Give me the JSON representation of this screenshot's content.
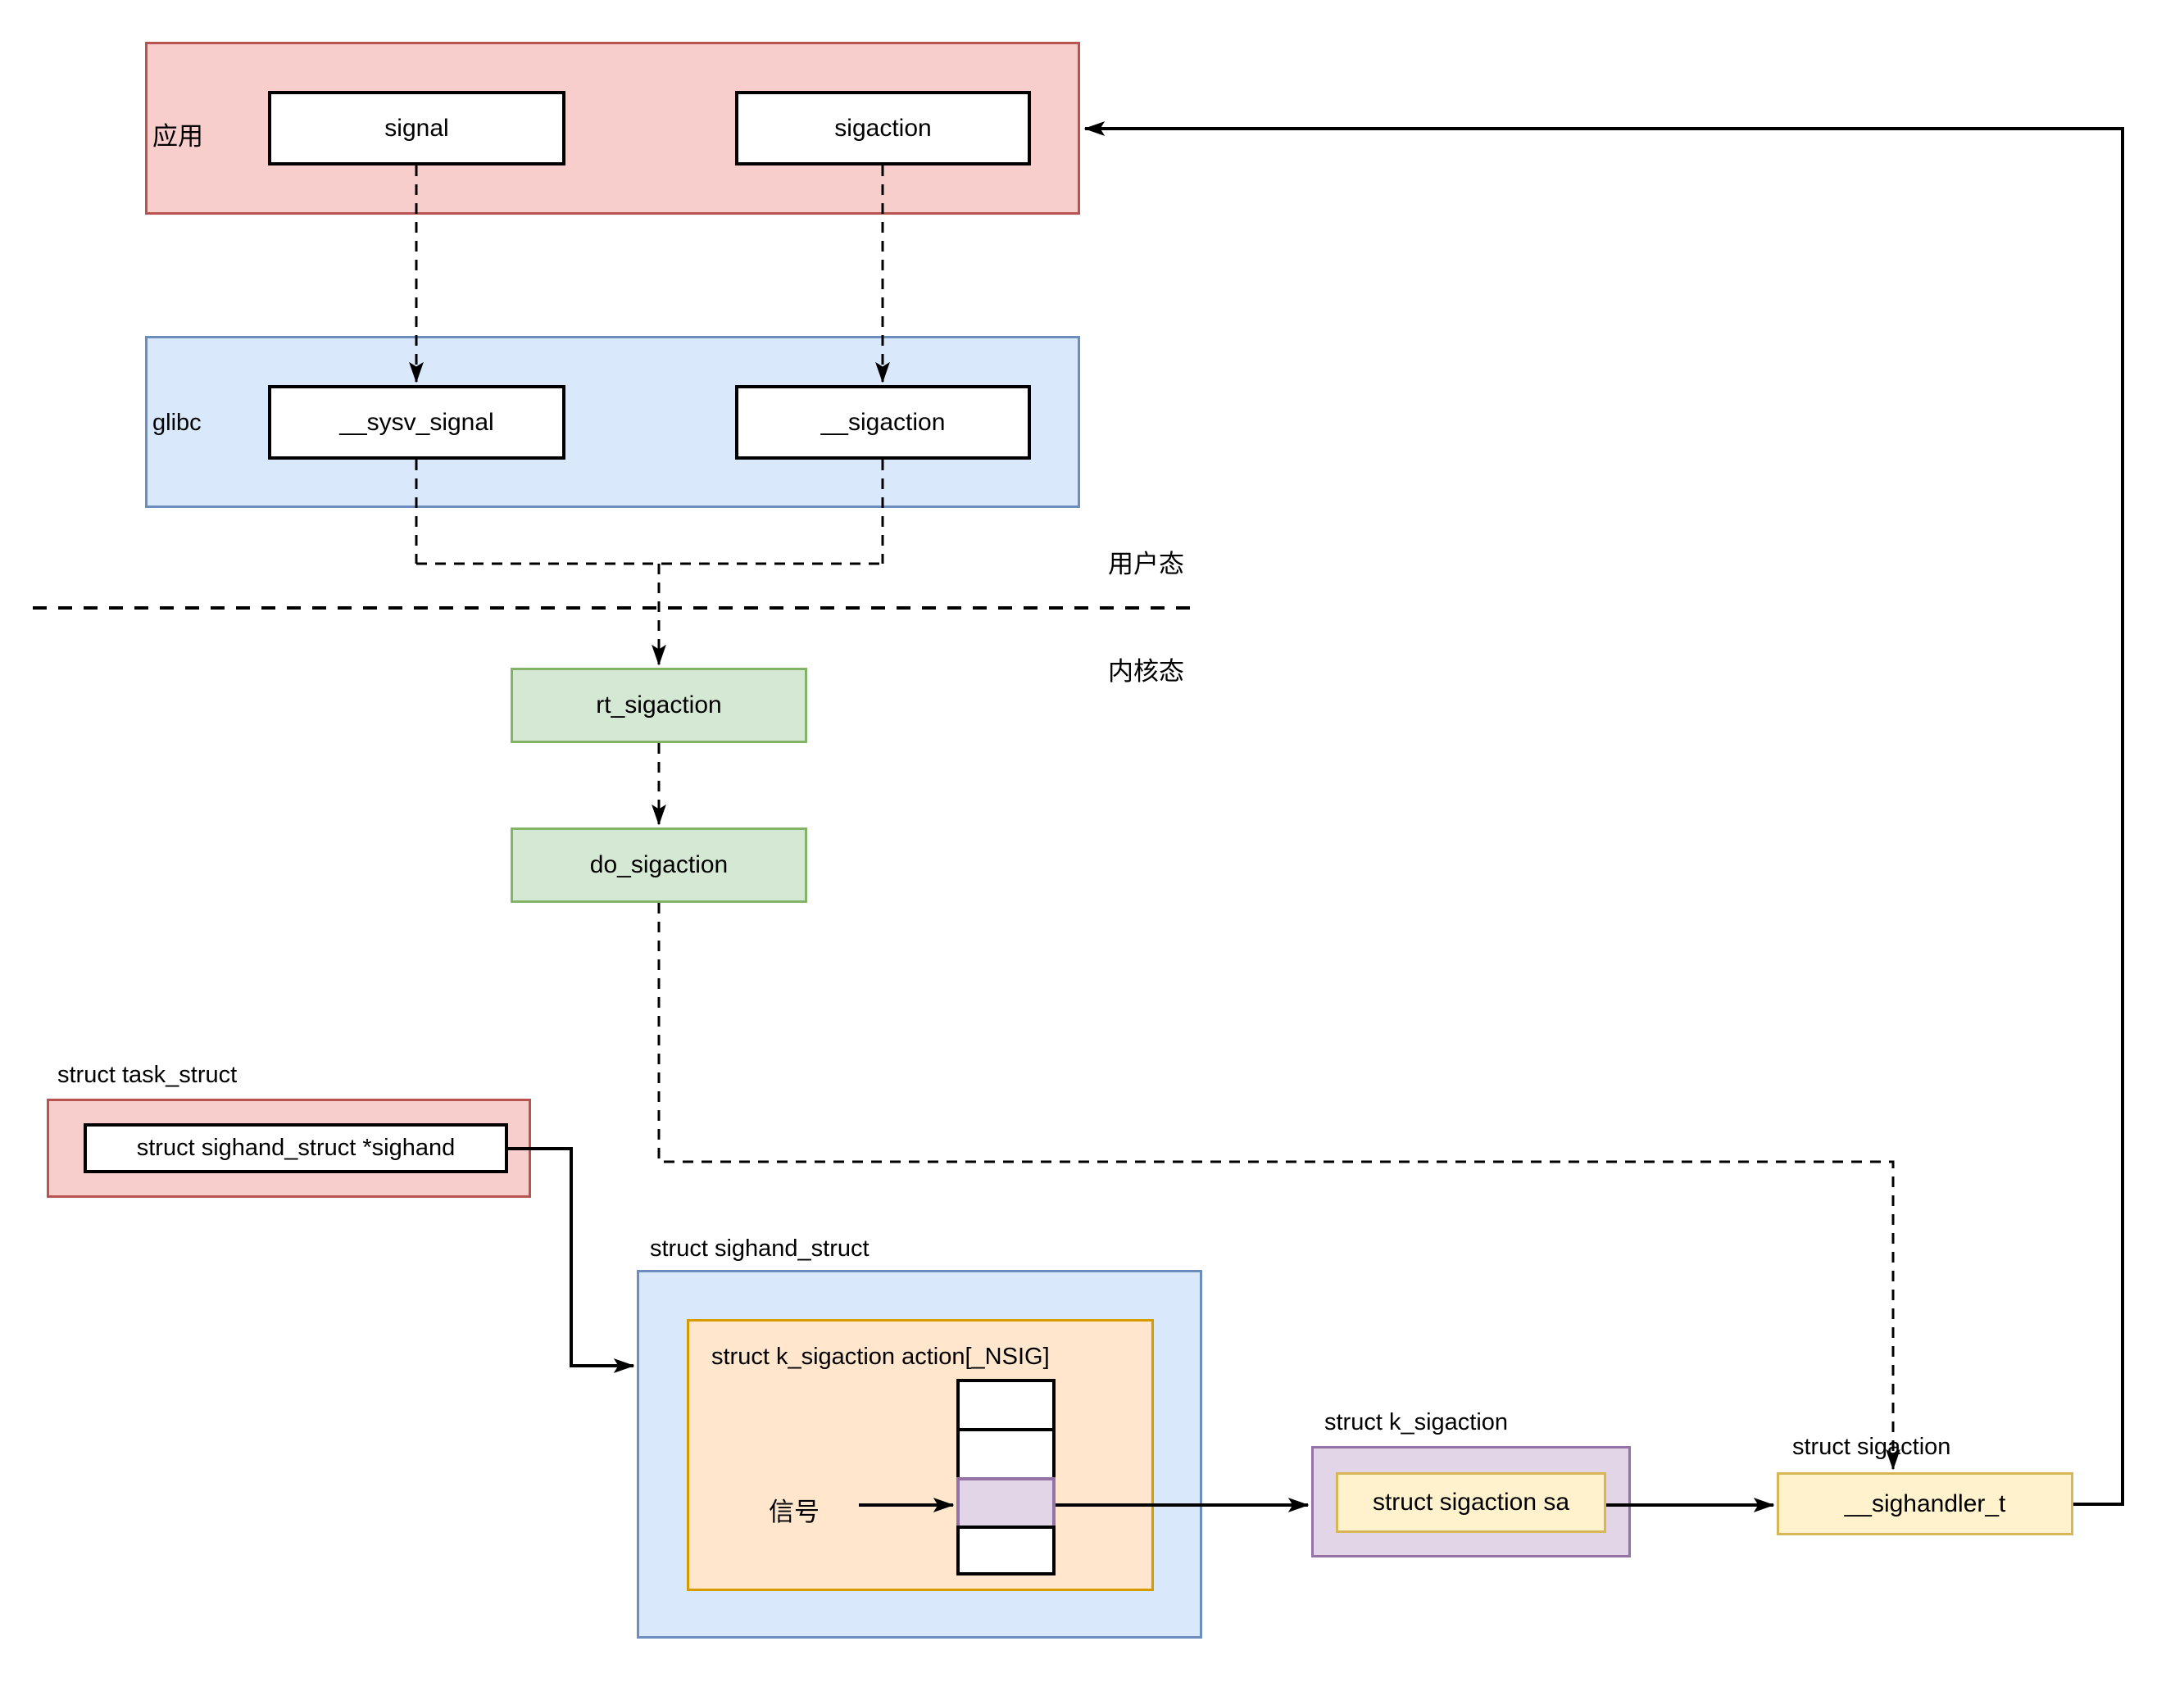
{
  "colors": {
    "red_fill": "#f8cecc",
    "red_border": "#b85450",
    "blue_fill": "#dae8fc",
    "blue_border": "#6c8ebf",
    "green_fill": "#d5e8d4",
    "green_border": "#82b366",
    "orange_fill": "#ffe6cc",
    "orange_border": "#d79b00",
    "purple_fill": "#e1d5e7",
    "purple_border": "#9673a6",
    "yellow_fill": "#fff2cc",
    "yellow_border": "#d6b656",
    "line_color": "#000000"
  },
  "app_layer": {
    "label": "应用",
    "boxes": [
      {
        "label": "signal"
      },
      {
        "label": "sigaction"
      }
    ]
  },
  "glibc_layer": {
    "label": "glibc",
    "boxes": [
      {
        "label": "__sysv_signal"
      },
      {
        "label": "__sigaction"
      }
    ]
  },
  "mode_divider": {
    "user_label": "用户态",
    "kernel_label": "内核态"
  },
  "kernel_flow": {
    "boxes": [
      {
        "label": "rt_sigaction"
      },
      {
        "label": "do_sigaction"
      }
    ]
  },
  "task_struct": {
    "title": "struct task_struct",
    "field": "struct sighand_struct *sighand"
  },
  "sighand_struct": {
    "title": "struct sighand_struct",
    "array_title": "struct k_sigaction action[_NSIG]",
    "signal_label": "信号",
    "array_cell_count": 4,
    "highlighted_cell_index": 2
  },
  "k_sigaction": {
    "title": "struct k_sigaction",
    "field": "struct sigaction sa"
  },
  "sigaction_struct": {
    "title": "struct sigaction",
    "field": "__sighandler_t"
  }
}
